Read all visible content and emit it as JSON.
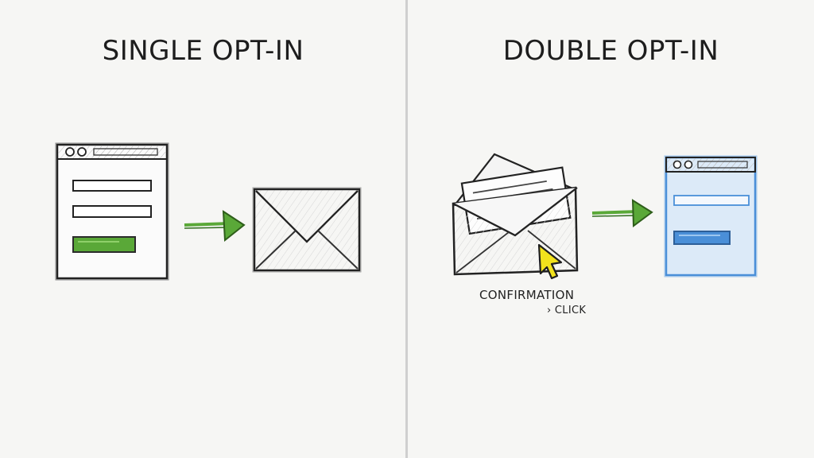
{
  "left": {
    "title": "SINGLE OPT-IN"
  },
  "right": {
    "title": "DOUBLE OPT-IN",
    "note_line1": "CONFIRMATION",
    "note_line2": "› CLICK"
  },
  "colors": {
    "background": "#f6f6f4",
    "ink": "#222222",
    "green": "#5aa838",
    "blue": "#4a8fd8",
    "light_blue": "#dceaf8",
    "yellow": "#f2e21c",
    "divider": "#cfcfcf"
  }
}
